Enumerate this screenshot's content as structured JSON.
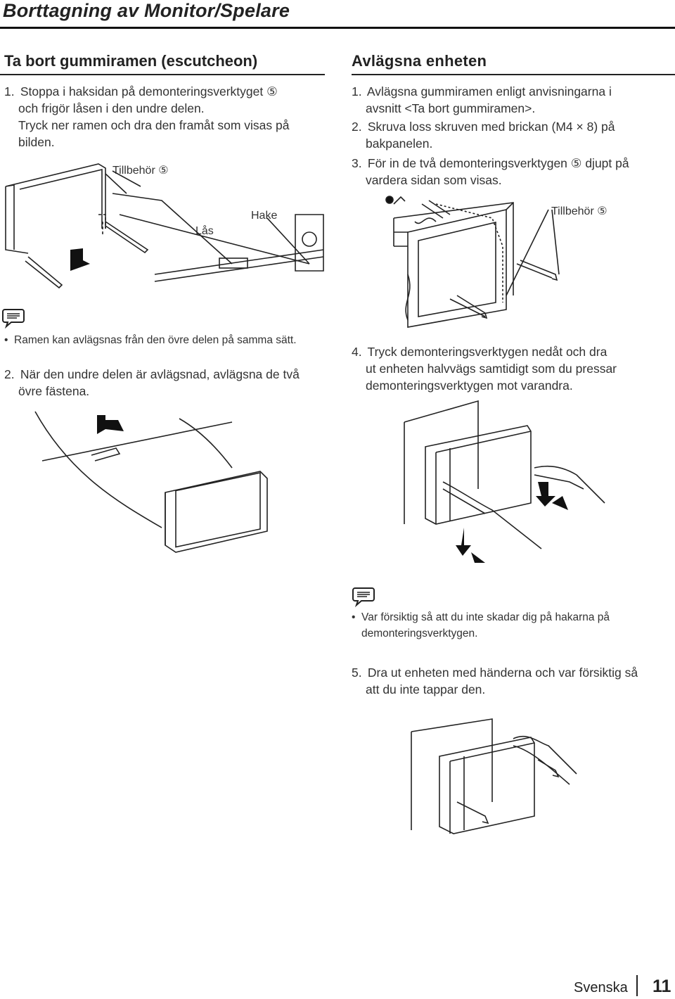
{
  "page_title": "Borttagning av Monitor/Spelare",
  "left": {
    "heading": "Ta bort gummiramen (escutcheon)",
    "step1": {
      "num": "1.",
      "lines": [
        "Stoppa i haksidan på demonteringsverktyget ⑤",
        "och frigör låsen i den undre delen.",
        "Tryck ner ramen och dra den framåt som visas på",
        "bilden."
      ]
    },
    "labels": {
      "accessory": "Tillbehör ⑤",
      "lock": "Lås",
      "hook": "Hake"
    },
    "note_bullet": "Ramen kan avlägsnas från den övre delen på samma sätt.",
    "step2": {
      "num": "2.",
      "lines": [
        "När den undre delen är avlägsnad, avlägsna de två",
        "övre fästena."
      ]
    }
  },
  "right": {
    "heading": "Avlägsna enheten",
    "step1": {
      "num": "1.",
      "lines": [
        "Avlägsna gummiramen enligt anvisningarna i",
        "avsnitt <Ta bort gummiramen>."
      ]
    },
    "step2": {
      "num": "2.",
      "lines": [
        "Skruva loss skruven med brickan (M4 × 8) på",
        "bakpanelen."
      ]
    },
    "step3": {
      "num": "3.",
      "lines": [
        "För in de två demonteringsverktygen ⑤ djupt på",
        "vardera sidan som visas."
      ]
    },
    "labels": {
      "accessory": "Tillbehör ⑤"
    },
    "step4": {
      "num": "4.",
      "lines": [
        "Tryck demonteringsverktygen nedåt och dra",
        "ut enheten halvvägs samtidigt som du pressar",
        "demonteringsverktygen mot varandra."
      ]
    },
    "note_bullet": [
      "Var försiktig så att du inte skadar dig på hakarna på",
      "demonteringsverktygen."
    ],
    "step5": {
      "num": "5.",
      "lines": [
        "Dra ut enheten med händerna och var försiktig så",
        "att du inte tappar den."
      ]
    }
  },
  "footer": {
    "language": "Svenska",
    "page_number": "11"
  }
}
